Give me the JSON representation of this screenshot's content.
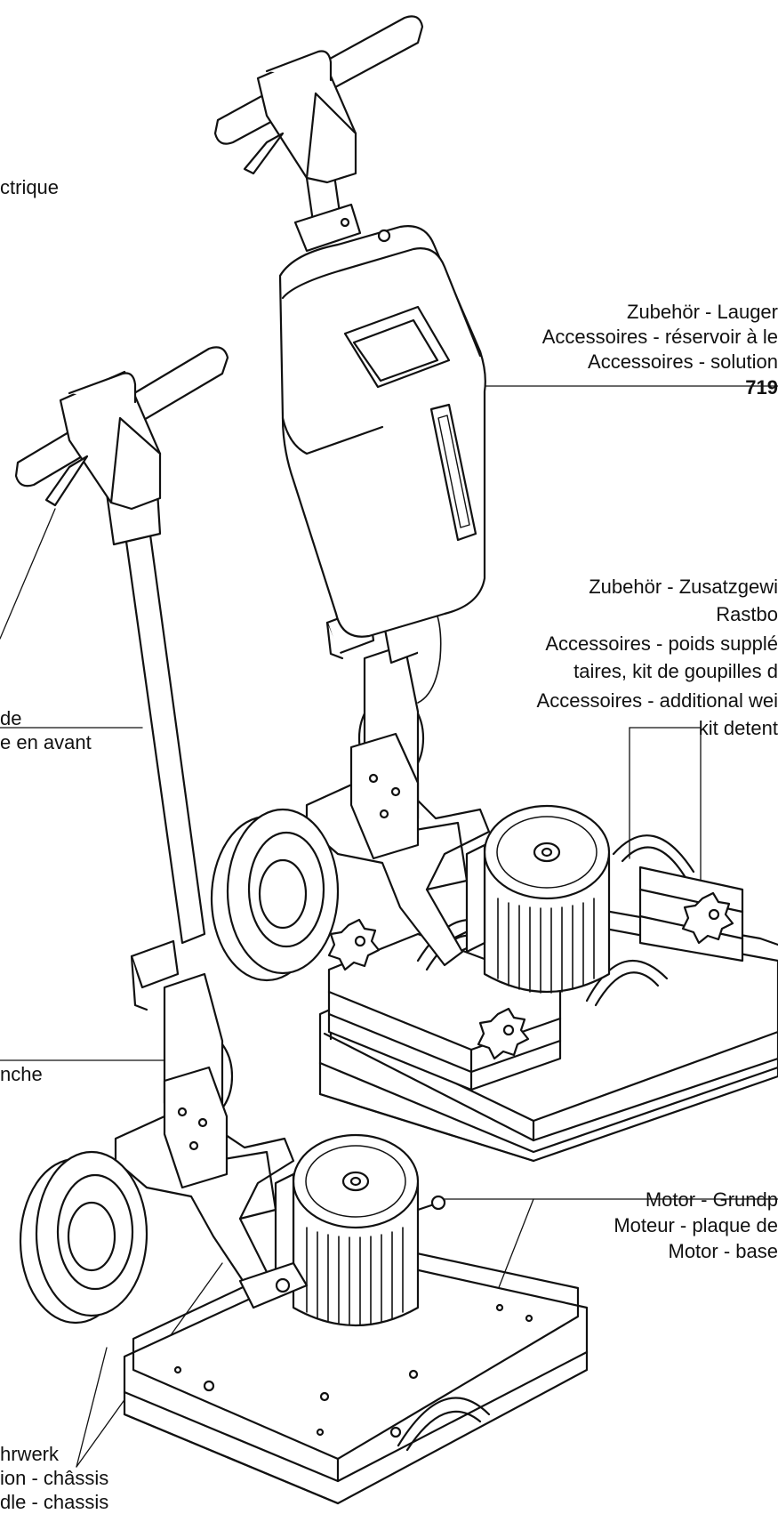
{
  "labels": {
    "left_top": "ctrique",
    "left_mid_1": "de",
    "left_mid_2": "e en avant",
    "left_lower": "nche",
    "left_bottom_1": "hrwerk",
    "left_bottom_2": "ion - châssis",
    "left_bottom_3": "dle - chassis",
    "tank_1": "Zubehör - Lauger",
    "tank_2": "Accessoires - réservoir à le",
    "tank_3": "Accessoires - solution",
    "tank_4": "719",
    "weight_1": "Zubehör - Zusatzgewi",
    "weight_2": "Rastbo",
    "weight_3": "Accessoires - poids supplé",
    "weight_4": "taires, kit de goupilles d",
    "weight_5": "Accessoires - additional wei",
    "weight_6": "kit detent",
    "motor_1": "Motor - Grundp",
    "motor_2": "Moteur - plaque de",
    "motor_3": "Motor - base"
  }
}
